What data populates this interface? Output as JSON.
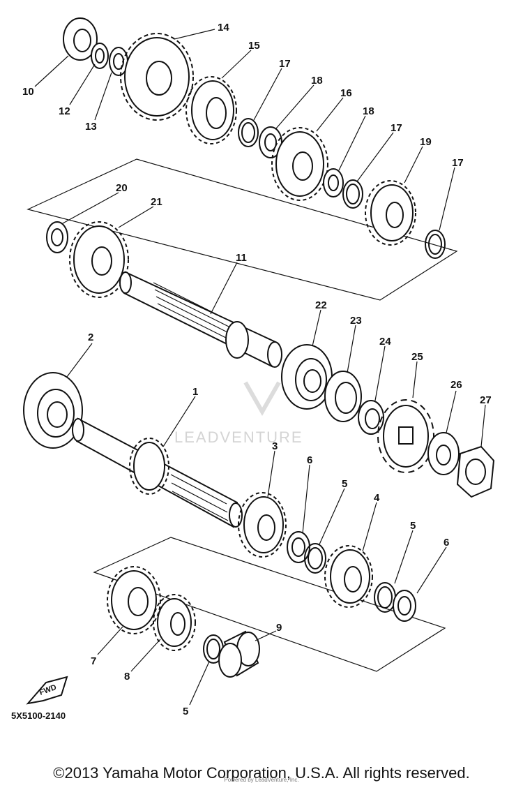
{
  "diagram": {
    "part_labels": [
      "1",
      "2",
      "3",
      "4",
      "5",
      "5",
      "5",
      "6",
      "6",
      "7",
      "8",
      "9",
      "10",
      "11",
      "12",
      "13",
      "14",
      "15",
      "16",
      "17",
      "17",
      "17",
      "18",
      "18",
      "19",
      "20",
      "21",
      "22",
      "23",
      "24",
      "25",
      "26",
      "27"
    ],
    "drawing_code": "5X5100-2140",
    "fwd_label": "FWD",
    "watermark": "LEADVENTURE"
  },
  "footer": {
    "copyright": "©2013 Yamaha Motor Corporation, U.S.A. All rights reserved.",
    "fine_print": "Powered by LeadVenture, Inc."
  }
}
